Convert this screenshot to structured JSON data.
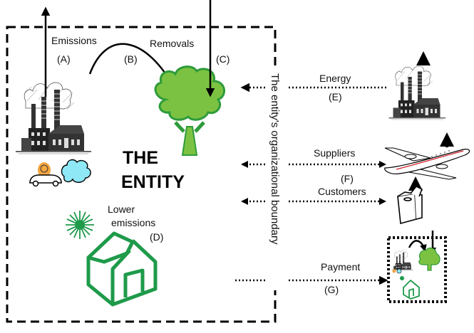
{
  "diagram": {
    "entity_title_line1": "THE",
    "entity_title_line2": "ENTITY",
    "boundary_label": "The entity's organizational boundary",
    "emissions": {
      "label": "Emissions",
      "code": "(A)"
    },
    "flow_b": {
      "code": "(B)"
    },
    "removals": {
      "label": "Removals",
      "code": "(C)"
    },
    "lower_emissions": {
      "line1": "Lower",
      "line2": "emissions",
      "code": "(D)"
    },
    "energy": {
      "label": "Energy",
      "code": "(E)"
    },
    "suppliers": {
      "label": "Suppliers"
    },
    "customers": {
      "label": "Customers",
      "code": "(F)"
    },
    "payment": {
      "label": "Payment",
      "code": "(G)"
    },
    "colors": {
      "tree_fill": "#7cc242",
      "tree_stroke": "#2e9b3a",
      "house_green": "#1e9a4a",
      "sun_green": "#1e9a4a",
      "person_orange": "#f4a640",
      "cloud_blue": "#8ee8f5",
      "plane_stripe": "#d0202a"
    }
  }
}
